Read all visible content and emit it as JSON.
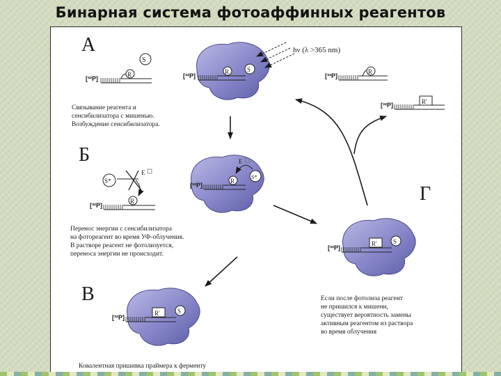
{
  "slide": {
    "title": "Бинарная система фотоаффинных реагентов"
  },
  "diagram": {
    "panels": {
      "a": "А",
      "b": "Б",
      "v": "В",
      "g": "Г"
    },
    "labels": {
      "isotope": "[³²P]",
      "s": "S",
      "s_star": "S*",
      "r": "R",
      "r_prime": "R'",
      "energy": "E",
      "light": "hν (λ >365 nm)"
    },
    "captions": {
      "a": [
        "Связывание реагента и",
        "сенсибилизатора с мишенью.",
        "Возбуждение сенсибилизатора."
      ],
      "b": [
        "Перенос энергии с сенсибилизатора",
        "на фотореагент во время УФ-облучения.",
        "В растворе реагент не фотолизуется,",
        "переноса энергии не происходит."
      ],
      "g": [
        "Если после фотолиза реагент",
        "не пришился к мишени,",
        "существует вероятность замены",
        "активным реагентом из раствора",
        "во время облучения"
      ],
      "v": [
        "Ковалентная пришивка праймера к ферменту"
      ]
    }
  }
}
